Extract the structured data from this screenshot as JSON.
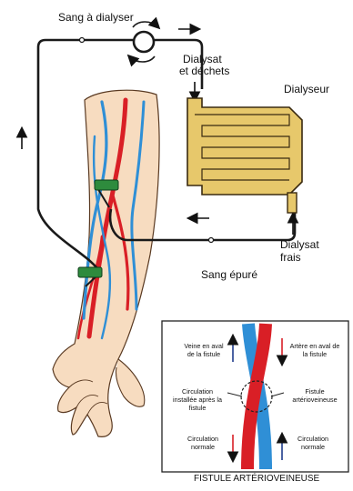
{
  "labels": {
    "sang_dialyser": "Sang à dialyser",
    "dialysat_dechets_1": "Dialysat",
    "dialysat_dechets_2": "et déchets",
    "dialyseur": "Dialyseur",
    "dialysat_frais_1": "Dialysat",
    "dialysat_frais_2": "frais",
    "sang_epure": "Sang épuré"
  },
  "inset": {
    "title": "FISTULE ARTÉRIOVEINEUSE",
    "veine_aval": "Veine en aval de la fistule",
    "artere_aval": "Artère en aval de la fistule",
    "circulation_installee": "Circulation installée après la fistule",
    "fistule": "Fistule artérioveineuse",
    "circulation_normale_left": "Circulation normale",
    "circulation_normale_right": "Circulation normale"
  },
  "colors": {
    "artery": "#d91f26",
    "vein": "#2f8fd6",
    "dialyzer_fill": "#e7c86b",
    "skin": "#f7dcc0",
    "clamp": "#2e8b3d",
    "tube": "#1a1a1a"
  }
}
